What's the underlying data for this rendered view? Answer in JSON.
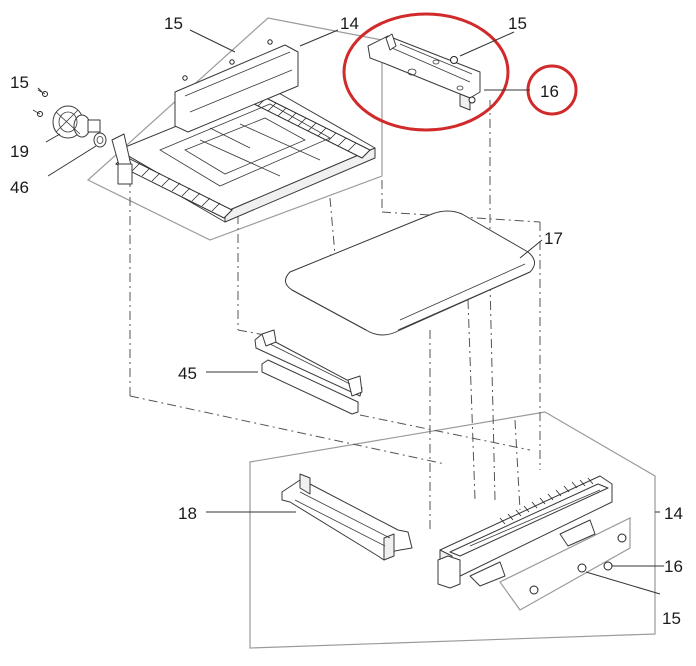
{
  "callouts": {
    "c14_top": "14",
    "c15_top_mid": "15",
    "c15_top_left": "15",
    "c15_red": "15",
    "c16_red": "16",
    "c19": "19",
    "c46": "46",
    "c17": "17",
    "c45": "45",
    "c18": "18",
    "c14_bottom": "14",
    "c16_bottom": "16",
    "c15_bottom": "15"
  },
  "colors": {
    "highlight": "#d12a2a",
    "line": "#3a3a3a",
    "group_outline": "#9a9a9a"
  }
}
